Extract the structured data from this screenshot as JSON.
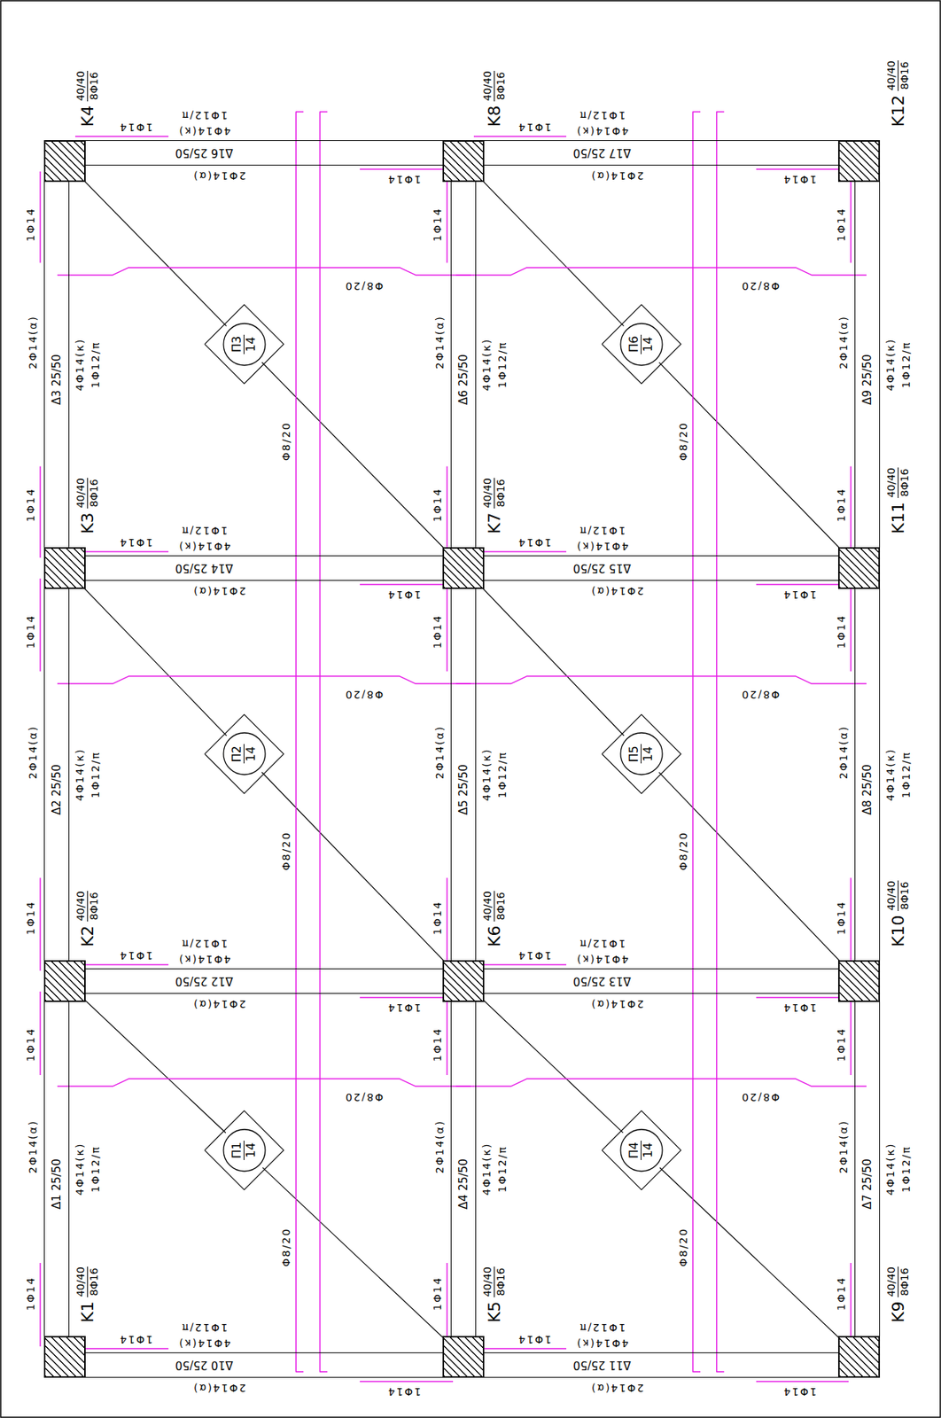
{
  "diagram": {
    "nodes": [
      {
        "text": [
          "Κ1",
          "40/40",
          "8Φ16"
        ]
      },
      {
        "text": [
          "Κ2",
          "40/40",
          "8Φ16"
        ]
      },
      {
        "text": [
          "Κ3",
          "40/40",
          "8Φ16"
        ]
      },
      {
        "text": [
          "Κ4",
          "40/40",
          "8Φ16"
        ]
      },
      {
        "text": [
          "Κ5",
          "40/40",
          "8Φ16"
        ]
      },
      {
        "text": [
          "Κ6",
          "40/40",
          "8Φ16"
        ]
      },
      {
        "text": [
          "Κ7",
          "40/40",
          "8Φ16"
        ]
      },
      {
        "text": [
          "Κ8",
          "40/40",
          "8Φ16"
        ]
      },
      {
        "text": [
          "Κ9",
          "40/40",
          "8Φ16"
        ]
      },
      {
        "text": [
          "Κ10",
          "40/40",
          "8Φ16"
        ]
      },
      {
        "text": [
          "Κ11",
          "40/40",
          "8Φ16"
        ]
      },
      {
        "text": [
          "Κ12",
          "40/40",
          "8Φ16"
        ]
      },
      {
        "text": [
          "Δ1 25/50"
        ]
      },
      {
        "text": [
          "Δ2 25/50"
        ]
      },
      {
        "text": [
          "Δ3 25/50"
        ]
      },
      {
        "text": [
          "Δ4 25/50"
        ]
      },
      {
        "text": [
          "Δ5 25/50"
        ]
      },
      {
        "text": [
          "Δ6 25/50"
        ]
      },
      {
        "text": [
          "Δ7 25/50"
        ]
      },
      {
        "text": [
          "Δ8 25/50"
        ]
      },
      {
        "text": [
          "Δ9 25/50"
        ]
      },
      {
        "text": [
          "Δ10 25/50"
        ]
      },
      {
        "text": [
          "Δ11 25/50"
        ]
      },
      {
        "text": [
          "Δ12 25/50"
        ]
      },
      {
        "text": [
          "Δ13 25/50"
        ]
      },
      {
        "text": [
          "Δ14 25/50"
        ]
      },
      {
        "text": [
          "Δ15 25/50"
        ]
      },
      {
        "text": [
          "Δ16 25/50"
        ]
      },
      {
        "text": [
          "Δ17 25/50"
        ]
      },
      {
        "text": [
          "Π1",
          "14"
        ]
      },
      {
        "text": [
          "Π2",
          "14"
        ]
      },
      {
        "text": [
          "Π3",
          "14"
        ]
      },
      {
        "text": [
          "Π4",
          "14"
        ]
      },
      {
        "text": [
          "Π5",
          "14"
        ]
      },
      {
        "text": [
          "Π6",
          "14"
        ]
      }
    ],
    "labels": [
      "2Φ14(α)",
      "4Φ14(κ)",
      "1Φ12/π",
      "2Φ14(α)",
      "4Φ14(κ)",
      "1Φ12/π",
      "2Φ14(α)",
      "4Φ14(κ)",
      "1Φ12/π",
      "2Φ14(α)",
      "4Φ14(κ)",
      "1Φ12/π",
      "2Φ14(α)",
      "4Φ14(κ)",
      "1Φ12/π",
      "2Φ14(α)",
      "4Φ14(κ)",
      "1Φ12/π",
      "2Φ14(α)",
      "4Φ14(κ)",
      "1Φ12/π",
      "2Φ14(α)",
      "4Φ14(κ)",
      "1Φ12/π",
      "2Φ14(α)",
      "4Φ14(κ)",
      "1Φ12/π",
      "2Φ14(α)",
      "4Φ14(κ)",
      "1Φ12/π",
      "2Φ14(α)",
      "4Φ14(κ)",
      "1Φ12/π",
      "2Φ14(α)",
      "4Φ14(κ)",
      "1Φ12/π",
      "2Φ14(α)",
      "4Φ14(κ)",
      "1Φ12/π",
      "2Φ14(α)",
      "4Φ14(κ)",
      "1Φ12/π",
      "2Φ14(α)",
      "4Φ14(κ)",
      "1Φ12/π",
      "2Φ14(α)",
      "4Φ14(κ)",
      "1Φ12/π",
      "2Φ14(α)",
      "4Φ14(κ)",
      "1Φ12/π",
      "Φ8/20",
      "Φ8/20",
      "Φ8/20",
      "Φ8/20",
      "Φ8/20",
      "Φ8/20",
      "Φ8/20",
      "Φ8/20",
      "Φ8/20",
      "Φ8/20",
      "Φ8/20",
      "Φ8/20",
      "1Φ14",
      "1Φ14",
      "1Φ14",
      "1Φ14",
      "1Φ14",
      "1Φ14",
      "1Φ14",
      "1Φ14",
      "1Φ14",
      "1Φ14",
      "1Φ14",
      "1Φ14",
      "1Φ14",
      "1Φ14",
      "1Φ14",
      "1Φ14",
      "1Φ14",
      "1Φ14",
      "1Φ14",
      "1Φ14",
      "1Φ14",
      "1Φ14",
      "1Φ14",
      "1Φ14",
      "1Φ14",
      "1Φ14",
      "1Φ14",
      "1Φ14",
      "1Φ14",
      "1Φ14",
      "1Φ14",
      "1Φ14",
      "1Φ14",
      "1Φ14"
    ]
  }
}
